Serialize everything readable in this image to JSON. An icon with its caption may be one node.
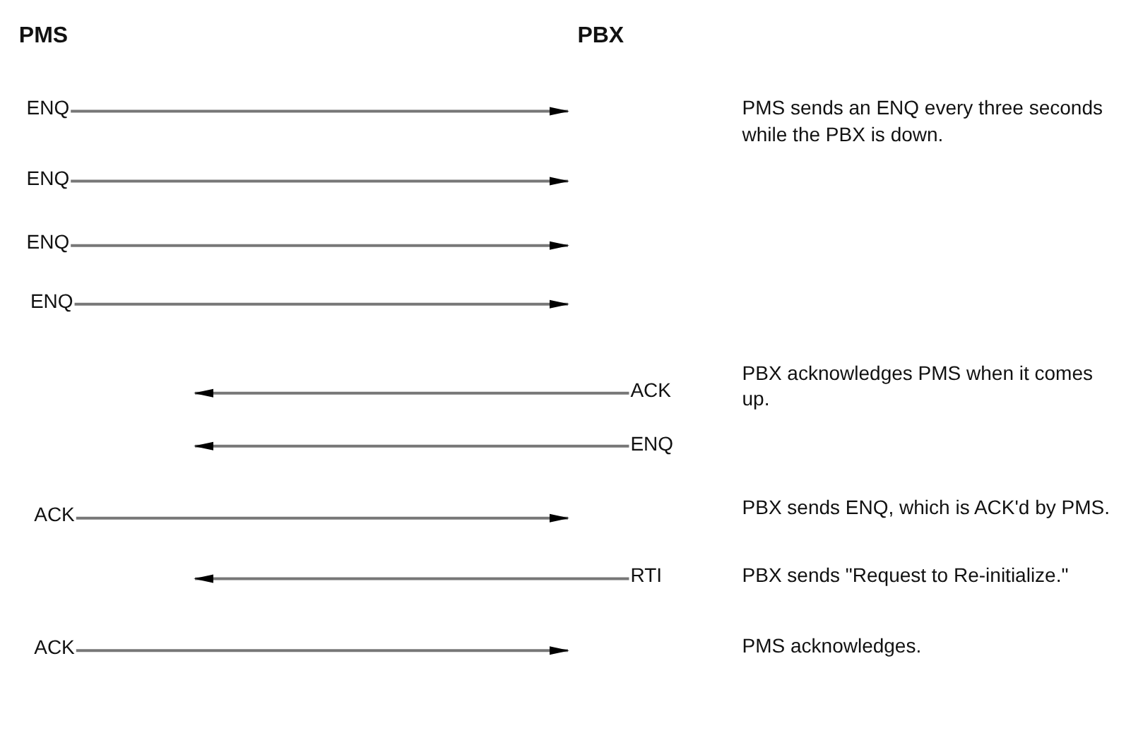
{
  "diagram": {
    "nodes": [
      {
        "text": [
          "ENQ"
        ]
      },
      {
        "text": [
          "ENQ"
        ]
      },
      {
        "text": [
          "ENQ"
        ]
      },
      {
        "text": [
          "ENQ"
        ]
      },
      {
        "text": [
          "ACK"
        ]
      },
      {
        "text": [
          "ENQ"
        ]
      },
      {
        "text": [
          "ACK"
        ]
      },
      {
        "text": [
          "RTI"
        ]
      },
      {
        "text": [
          "ACK"
        ]
      }
    ],
    "edges": [
      {
        "from": 0,
        "to": null,
        "arrow": "to"
      },
      {
        "from": 1,
        "to": null,
        "arrow": "to"
      },
      {
        "from": 2,
        "to": null,
        "arrow": "to"
      },
      {
        "from": 3,
        "to": null,
        "arrow": "to"
      },
      {
        "from": 4,
        "to": null,
        "arrow": "to"
      },
      {
        "from": 5,
        "to": null,
        "arrow": "to"
      },
      {
        "from": 6,
        "to": null,
        "arrow": "to"
      },
      {
        "from": 7,
        "to": null,
        "arrow": "to"
      },
      {
        "from": 8,
        "to": null,
        "arrow": "to"
      }
    ],
    "labels": [
      "PMS",
      "PBX",
      "PMS sends an ENQ every three seconds while the PBX is down.",
      "PBX acknowledges PMS when it comes up.",
      "PBX sends ENQ, which is ACK'd by PMS.",
      "PBX sends \"Request to Re-initialize.\"",
      "PMS acknowledges."
    ]
  }
}
